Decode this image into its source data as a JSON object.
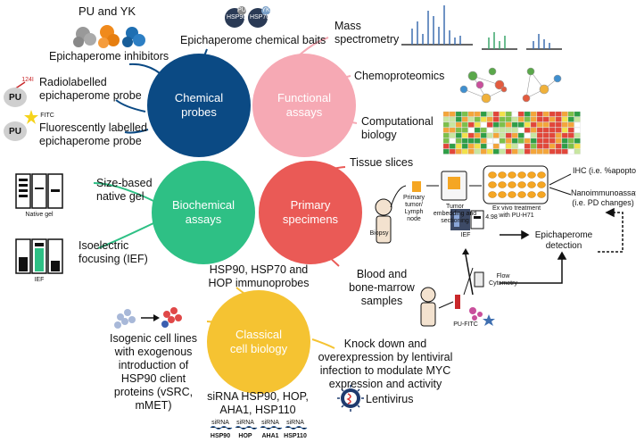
{
  "hubs": {
    "chemical": {
      "label": "Chemical\nprobes",
      "color": "#0b4a84"
    },
    "functional": {
      "label": "Functional\nassays",
      "color": "#f6a9b4"
    },
    "biochemical": {
      "label": "Biochemical\nassays",
      "color": "#2ec085"
    },
    "primary": {
      "label": "Primary\nspecimens",
      "color": "#ea5a56"
    },
    "classical": {
      "label": "Classical\ncell biology",
      "color": "#f5c332"
    }
  },
  "chemical_probes": {
    "inhibitors_title": "PU and YK",
    "inhibitors_label": "Epichaperome inhibitors",
    "baits_label": "Epichaperome chemical baits",
    "bait_pu": "PU",
    "bait_yk": "YK",
    "bait_hsp90": "HSP90",
    "bait_hsp70": "HSP70",
    "radio_label": "Radiolabelled\nepichaperome probe",
    "radio_isotope": "124I",
    "radio_pu": "PU",
    "fitc_label": "Fluorescently labelled\nepichaperome probe",
    "fitc_tag": "FITC",
    "fitc_pu": "PU"
  },
  "functional_assays": {
    "mass_spec": "Mass\nspectrometry",
    "chemoproteomics": "Chemoproteomics",
    "computational": "Computational\nbiology"
  },
  "biochemical_assays": {
    "native_gel": "Size-based\nnative gel",
    "native_gel_caption": "Native gel",
    "ief": "Isoelectric\nfocusing (IEF)",
    "ief_caption": "IEF",
    "immunoprobes": "HSP90, HSP70 and\nHOP immunoprobes"
  },
  "primary_specimens": {
    "tissue_slices": "Tissue slices",
    "biopsy": "Biopsy",
    "primary_tumor": "Primary\ntumor/\nLymph\nnode",
    "embedding": "Tumor\nembedding and\nsectioning",
    "ex_vivo": "Ex vivo treatment\nwith PU-H71",
    "ihc": "IHC (i.e. %apoptosis)",
    "nanoimmuno": "Nanoimmunoassay\n(i.e. PD changes)",
    "ief_small": "IEF",
    "ief_value": "4.98",
    "epichaperome_detection": "Epichaperome\ndetection",
    "blood_marrow": "Blood and\nbone-marrow\nsamples",
    "flow_cytometry": "Flow\nCytometry",
    "pu_fitc": "PU-FITC"
  },
  "classical_cell_biology": {
    "isogenic": "Isogenic cell lines\nwith exogenous\nintroduction of\nHSP90 client\nproteins (vSRC,\nmMET)",
    "knockdown": "Knock down and\noverexpression by lentiviral\ninfection to modulate MYC\nexpression and activity",
    "lentivirus": "Lentivirus",
    "sirna": "siRNA HSP90, HOP,\nAHA1, HSP110",
    "sirna_tag": "siRNA",
    "sirna_targets": [
      "HSP90",
      "HOP",
      "AHA1",
      "HSP110"
    ]
  }
}
